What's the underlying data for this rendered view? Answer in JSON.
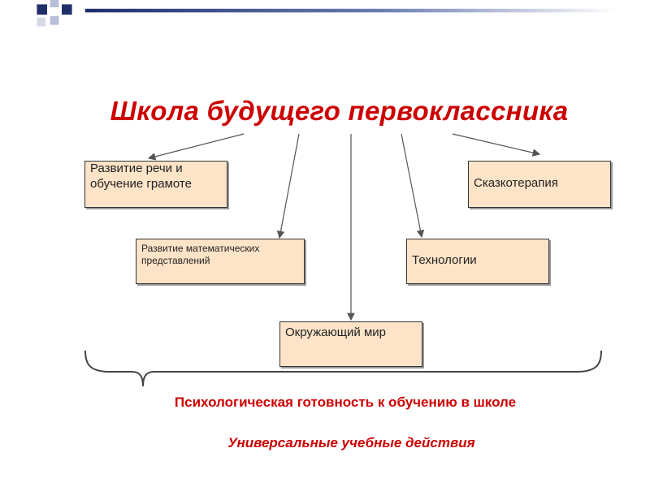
{
  "title": "Школа будущего первоклассника",
  "boxes": {
    "speech": "Развитие речи и обучение грамоте",
    "math": "Развитие математических представлений",
    "world": "Окружающий мир",
    "tech": "Технологии",
    "fairy": "Сказкотерапия"
  },
  "readiness": "Психологическая готовность к обучению в школе",
  "uud": "Универсальные учебные действия",
  "colors": {
    "accent": "#cc0000",
    "box_fill": "#fde3c8",
    "deco_navy": "#1f2f6b"
  }
}
